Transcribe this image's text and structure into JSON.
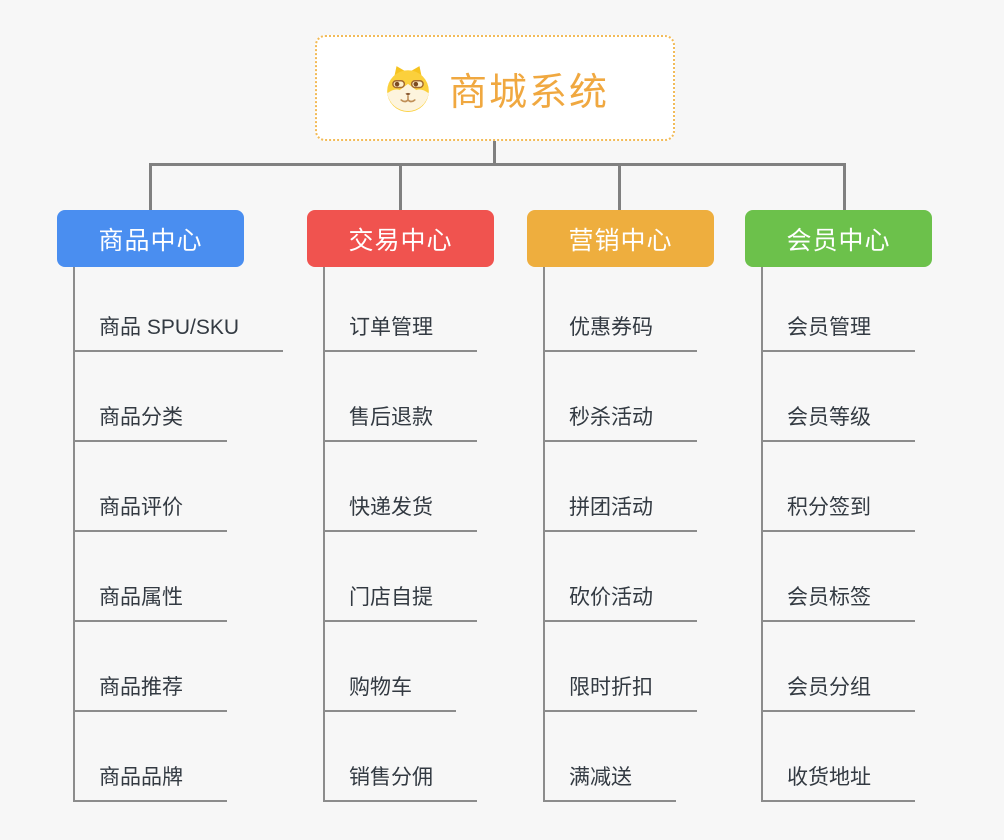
{
  "canvas": {
    "background": "#f7f7f7"
  },
  "colors": {
    "canvas_bg": "#f7f7f7",
    "connector": "#808080",
    "child_line": "#8c8c8c",
    "child_text": "#333a42",
    "root_text": "#f0a840",
    "root_border": "#f2bb58"
  },
  "root": {
    "label": "商城系统",
    "icon": "dog-face-icon"
  },
  "branches": [
    {
      "label": "商品中心",
      "color": "#4a8ef0",
      "children": [
        "商品 SPU/SKU",
        "商品分类",
        "商品评价",
        "商品属性",
        "商品推荐",
        "商品品牌"
      ]
    },
    {
      "label": "交易中心",
      "color": "#f0534f",
      "children": [
        "订单管理",
        "售后退款",
        "快递发货",
        "门店自提",
        "购物车",
        "销售分佣"
      ]
    },
    {
      "label": "营销中心",
      "color": "#eeae3e",
      "children": [
        "优惠券码",
        "秒杀活动",
        "拼团活动",
        "砍价活动",
        "限时折扣",
        "满减送"
      ]
    },
    {
      "label": "会员中心",
      "color": "#6cc14b",
      "children": [
        "会员管理",
        "会员等级",
        "积分签到",
        "会员标签",
        "会员分组",
        "收货地址"
      ]
    }
  ]
}
